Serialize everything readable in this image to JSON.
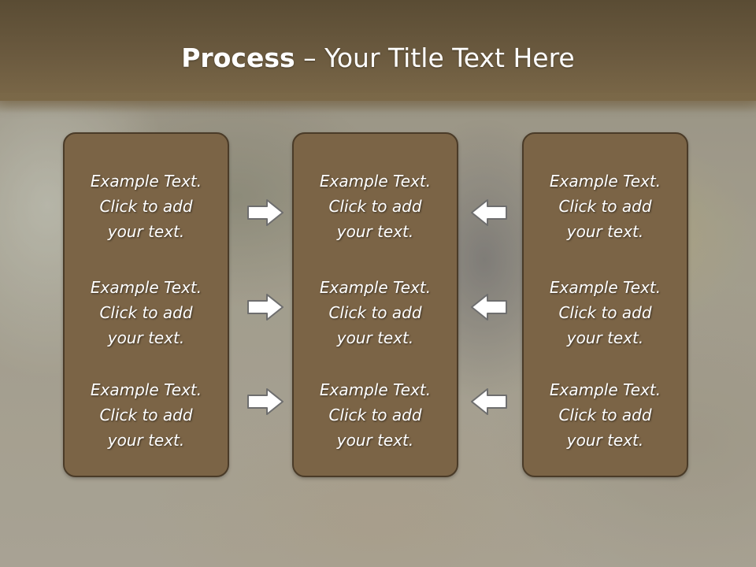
{
  "slide": {
    "title_bold": "Process",
    "title_rest": " – Your Title Text Here"
  },
  "panels": [
    {
      "blocks": [
        {
          "line1": "Example Text.",
          "line2": "Click  to add",
          "line3": "your text."
        },
        {
          "line1": "Example Text.",
          "line2": "Click  to add",
          "line3": "your text."
        },
        {
          "line1": "Example Text.",
          "line2": "Click  to add",
          "line3": "your text."
        }
      ]
    },
    {
      "blocks": [
        {
          "line1": "Example Text.",
          "line2": "Click  to add",
          "line3": "your text."
        },
        {
          "line1": "Example Text.",
          "line2": "Click  to add",
          "line3": "your text."
        },
        {
          "line1": "Example Text.",
          "line2": "Click  to add",
          "line3": "your text."
        }
      ]
    },
    {
      "blocks": [
        {
          "line1": "Example Text.",
          "line2": "Click  to add",
          "line3": "your text."
        },
        {
          "line1": "Example Text.",
          "line2": "Click  to add",
          "line3": "your text."
        },
        {
          "line1": "Example Text.",
          "line2": "Click  to add",
          "line3": "your text."
        }
      ]
    }
  ],
  "arrows": {
    "left_group": "right-arrow-icon",
    "right_group": "left-arrow-icon"
  },
  "colors": {
    "header": "#6b5a3f",
    "panel_fill": "#7b6446",
    "panel_border": "#4a3b28",
    "arrow_fill": "#ffffff",
    "arrow_stroke": "#6e6e6e",
    "text": "#ffffff"
  }
}
